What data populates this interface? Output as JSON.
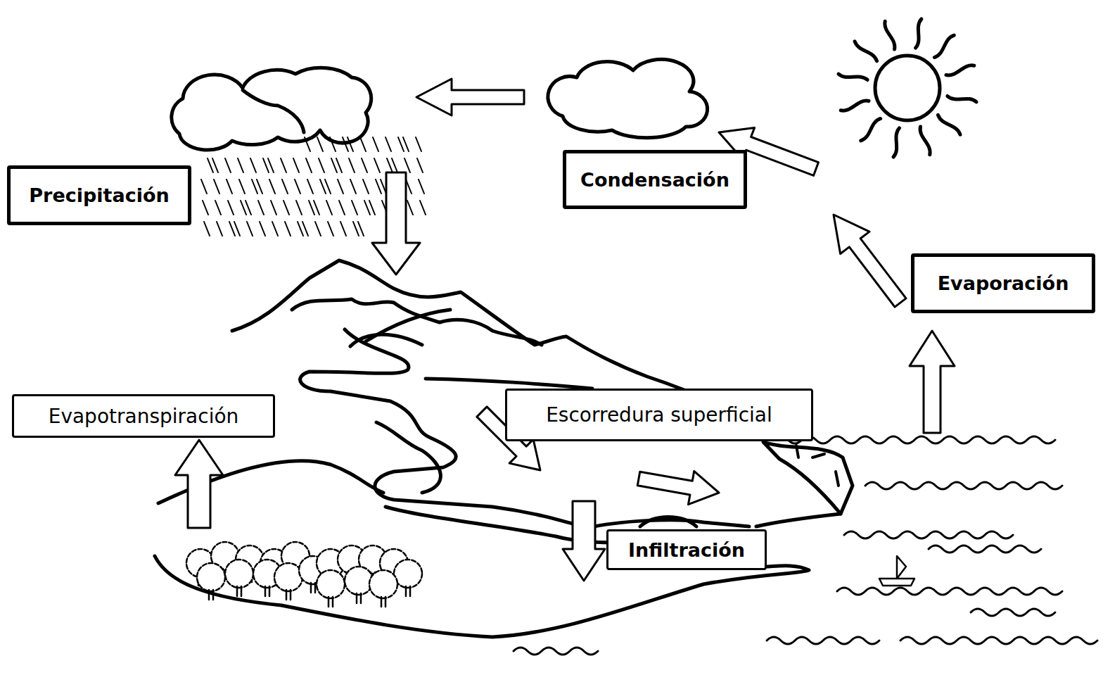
{
  "diagram": {
    "nodes": [
      {
        "text": [
          "Condensación"
        ]
      },
      {
        "text": [
          "Precipitación"
        ]
      },
      {
        "text": [
          "Evaporación"
        ]
      },
      {
        "text": [
          "Escorredura superficial"
        ]
      },
      {
        "text": [
          "Evapotranspiración"
        ]
      },
      {
        "text": [
          "Infiltración"
        ]
      }
    ]
  }
}
